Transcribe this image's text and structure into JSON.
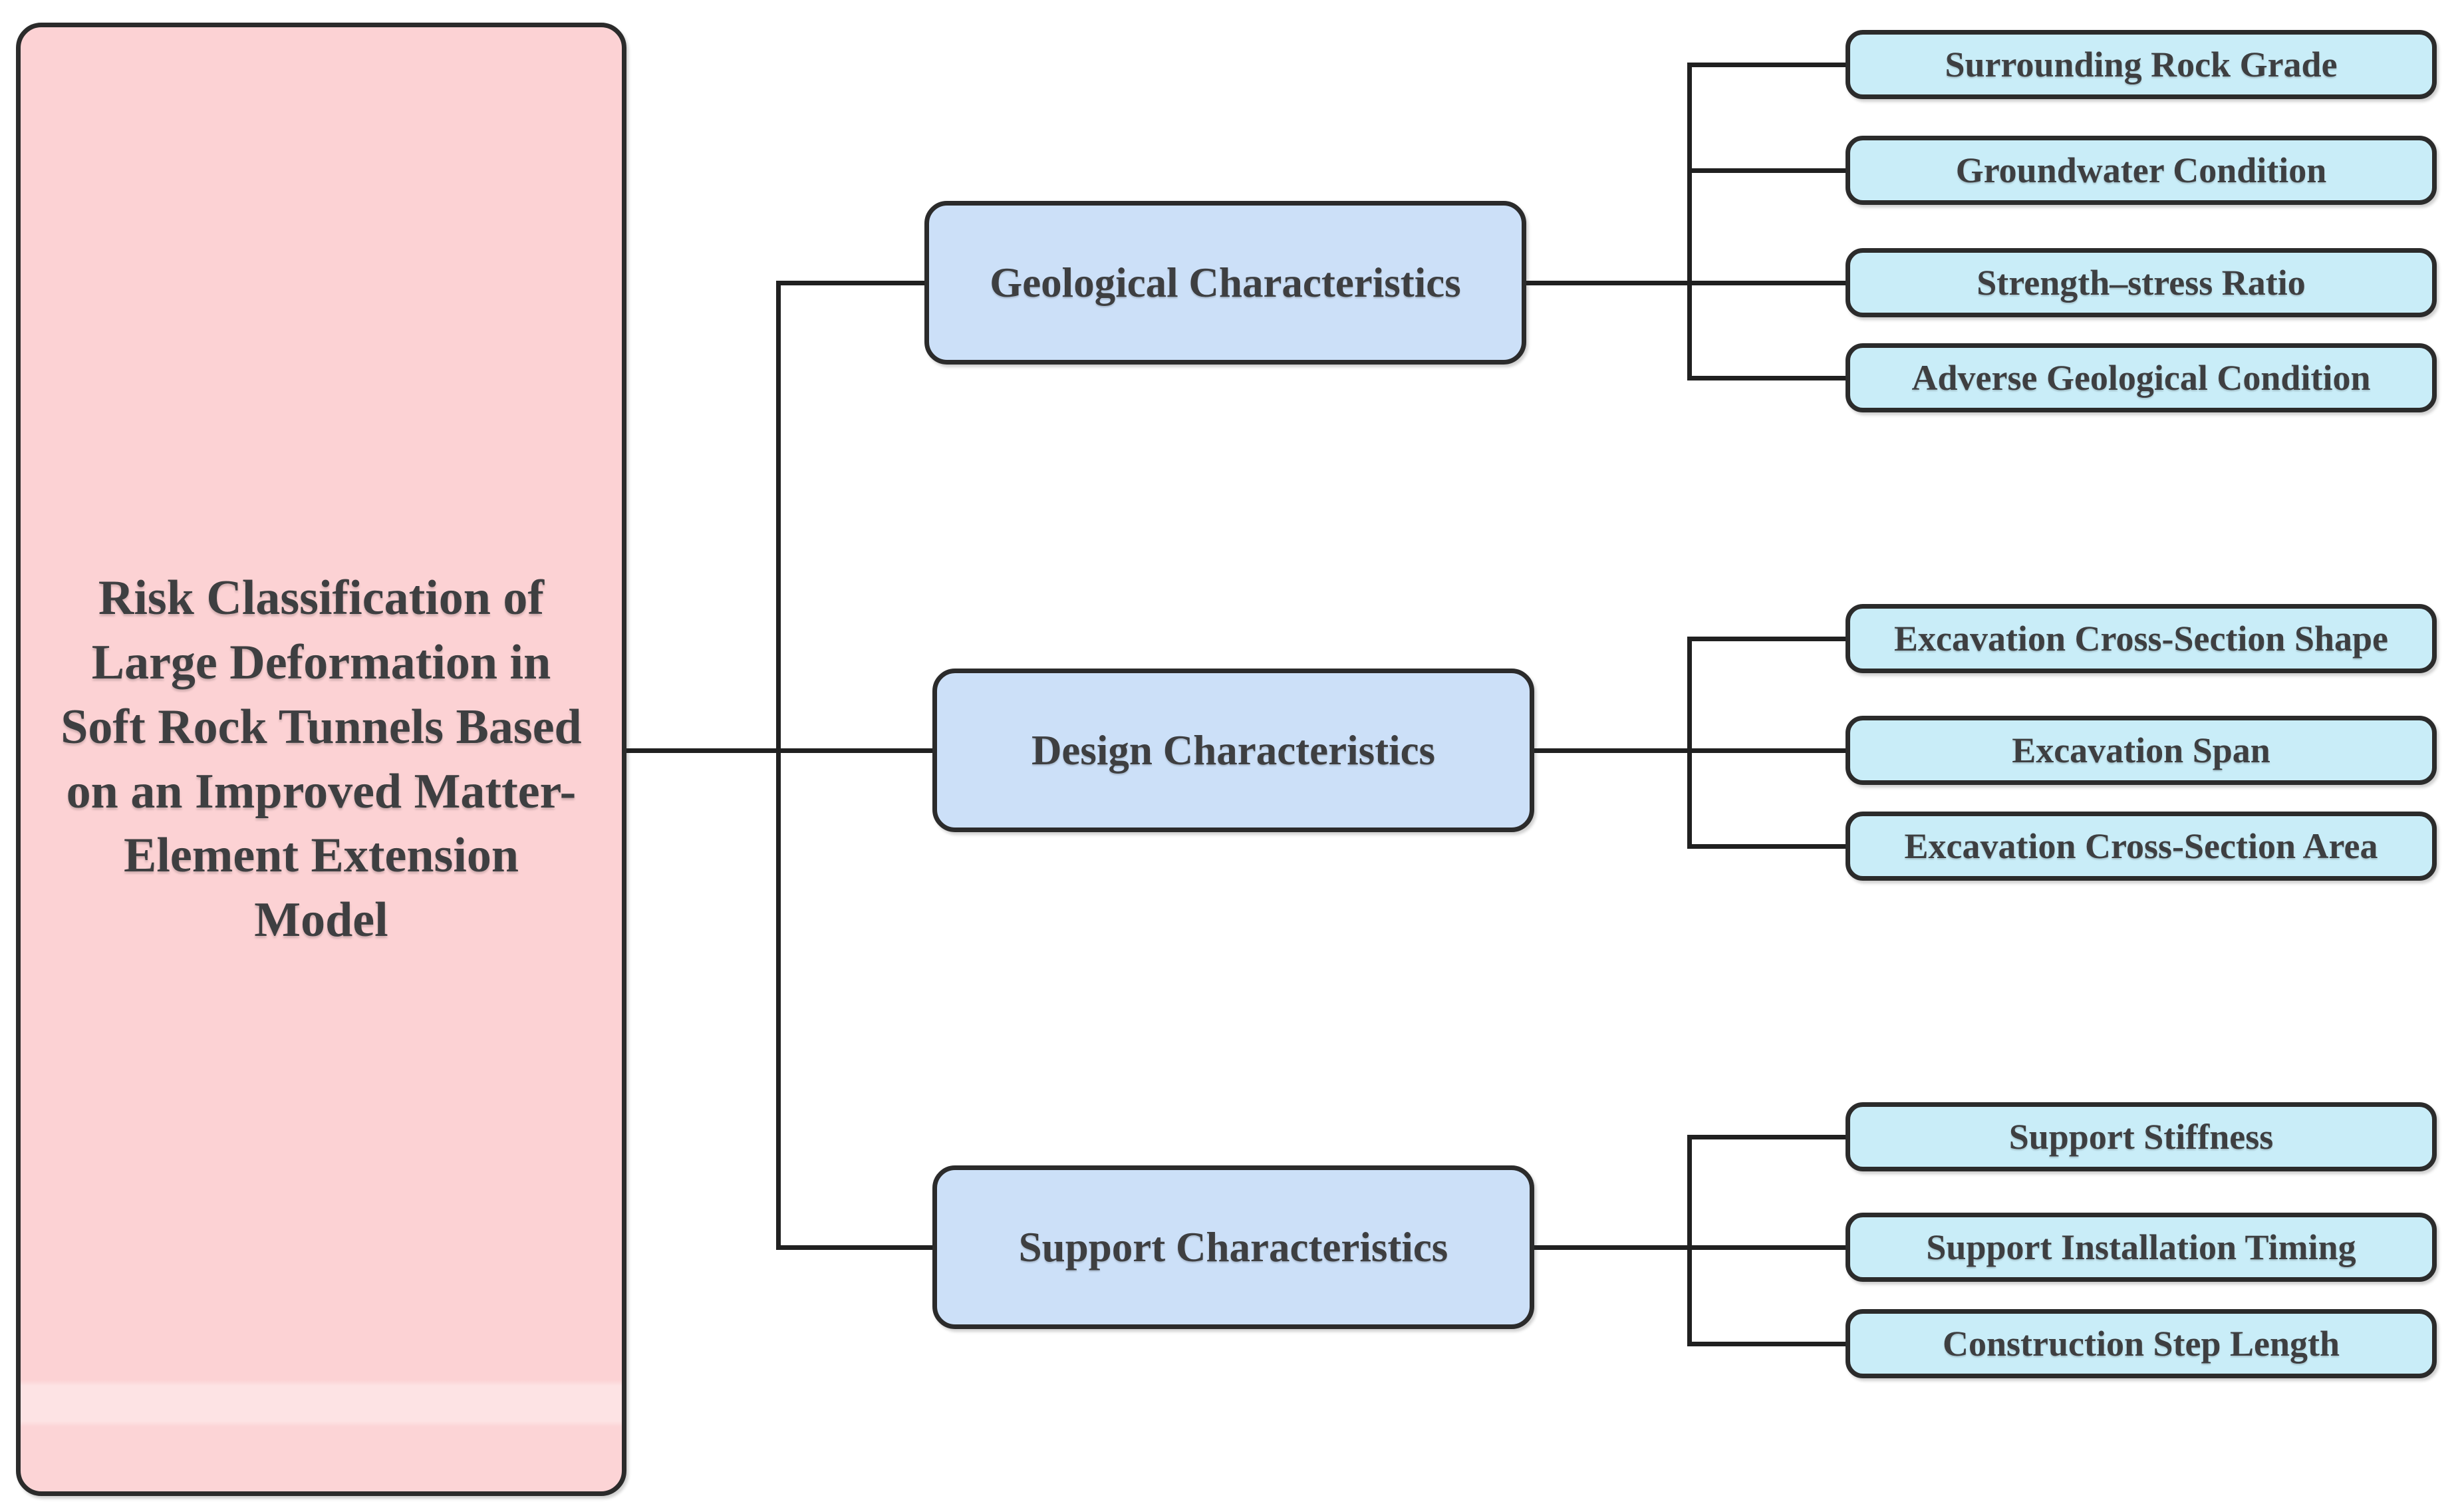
{
  "figure": {
    "root": {
      "title": "Risk Classification of\nLarge Deformation in\nSoft Rock Tunnels Based\non an Improved Matter-\nElement Extension\nModel"
    },
    "groups": [
      {
        "label": "Geological Characteristics",
        "children": [
          "Surrounding Rock Grade",
          "Groundwater Condition",
          "Strength–stress Ratio",
          "Adverse Geological Condition"
        ]
      },
      {
        "label": "Design Characteristics",
        "children": [
          "Excavation Cross-Section Shape",
          "Excavation Span",
          "Excavation Cross-Section Area"
        ]
      },
      {
        "label": "Support Characteristics",
        "children": [
          "Support Stiffness",
          "Support Installation Timing",
          "Construction Step Length"
        ]
      }
    ],
    "colors": {
      "background": "#ffffff",
      "root_fill": "#fcd2d4",
      "root_stripe": "#fde3e4",
      "group_fill": "#cce0f8",
      "leaf_fill": "#c9edf8",
      "border": "#2b2b2b",
      "connector": "#202020",
      "text": "#3e3f41"
    }
  }
}
